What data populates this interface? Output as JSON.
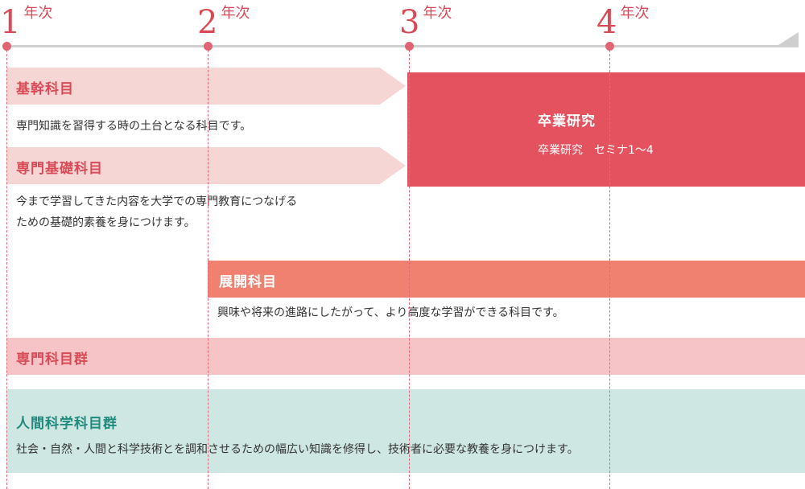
{
  "years": [
    {
      "num": "1",
      "label": "年次"
    },
    {
      "num": "2",
      "label": "年次"
    },
    {
      "num": "3",
      "label": "年次"
    },
    {
      "num": "4",
      "label": "年次"
    }
  ],
  "basic": {
    "title": "基幹科目",
    "desc": "専門知識を習得する時の土台となる科目です。"
  },
  "foundation": {
    "title": "専門基礎科目",
    "desc_line1": "今まで学習してきた内容を大学での専門教育につなげる",
    "desc_line2": "ための基礎的素養を身につけます。"
  },
  "graduation": {
    "title": "卒業研究",
    "sub": "卒業研究　セミナ1〜4"
  },
  "advanced": {
    "title": "展開科目",
    "desc": "興味や将来の進路にしたがって、より高度な学習ができる科目です。"
  },
  "specialized": {
    "title": "専門科目群"
  },
  "humanities": {
    "title": "人間科学科目群",
    "desc": "社会・自然・人間と科学技術とを調和させるための幅広い知識を修得し、技術者に必要な教養を身につけます。"
  },
  "colors": {
    "accent": "#d94a57",
    "graduation_bg": "#e4525f",
    "advanced_bg": "#f08070",
    "specialized_bg": "#f6c3c6",
    "humanities_bg": "#cfe7e3",
    "humanities_text": "#1f8a7e"
  }
}
